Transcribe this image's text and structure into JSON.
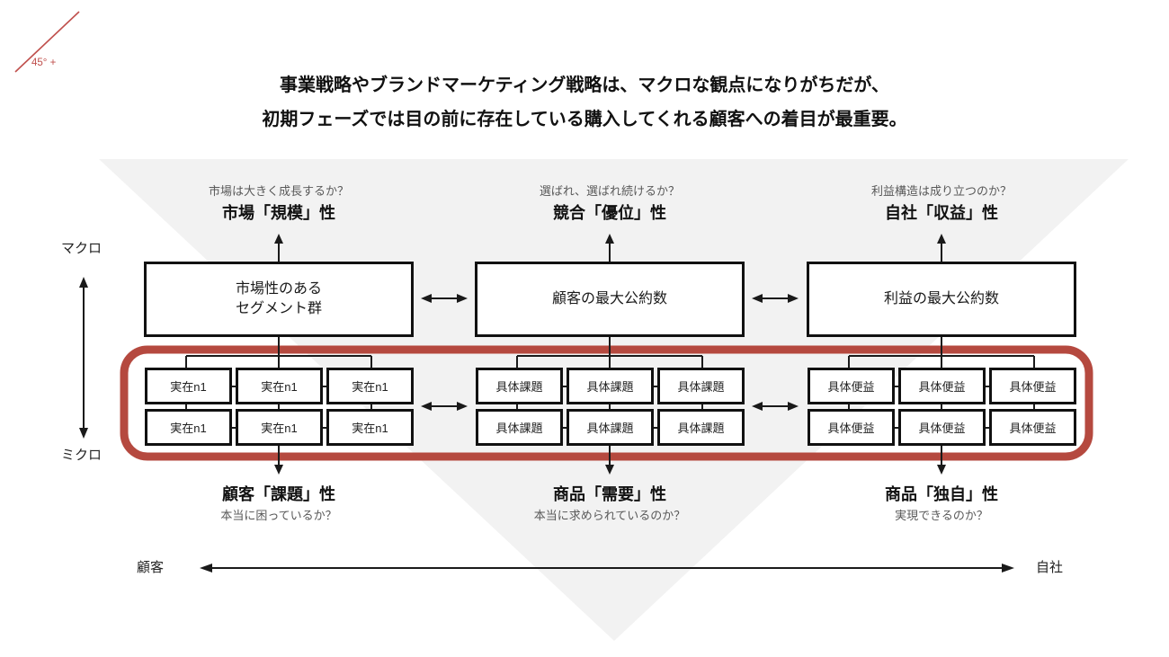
{
  "logo": {
    "angle_label": "45° +"
  },
  "title": {
    "line1": "事業戦略やブランドマーケティング戦略は、マクロな観点になりがちだが、",
    "line2": "初期フェーズでは目の前に存在している購入してくれる顧客への着目が最重要。"
  },
  "vertical_axis": {
    "top_label": "マクロ",
    "bottom_label": "ミクロ"
  },
  "horizontal_axis": {
    "left_label": "顧客",
    "right_label": "自社"
  },
  "columns": [
    {
      "top_question": "市場は大きく成長するか？",
      "top_label": "市場「規模」性",
      "box_text": "市場性のある\nセグメント群",
      "cell_label": "実在n1",
      "bottom_label": "顧客「課題」性",
      "bottom_question": "本当に困っているか？"
    },
    {
      "top_question": "選ばれ、選ばれ続けるか？",
      "top_label": "競合「優位」性",
      "box_text": "顧客の最大公約数",
      "cell_label": "具体課題",
      "bottom_label": "商品「需要」性",
      "bottom_question": "本当に求められているのか？"
    },
    {
      "top_question": "利益構造は成り立つのか？",
      "top_label": "自社「収益」性",
      "box_text": "利益の最大公約数",
      "cell_label": "具体便益",
      "bottom_label": "商品「独自」性",
      "bottom_question": "実現できるのか？"
    }
  ],
  "colors": {
    "accent_red": "#b5493f",
    "logo_red": "#c0504d",
    "triangle_gray": "#f2f2f2",
    "muted_text": "#595959"
  }
}
